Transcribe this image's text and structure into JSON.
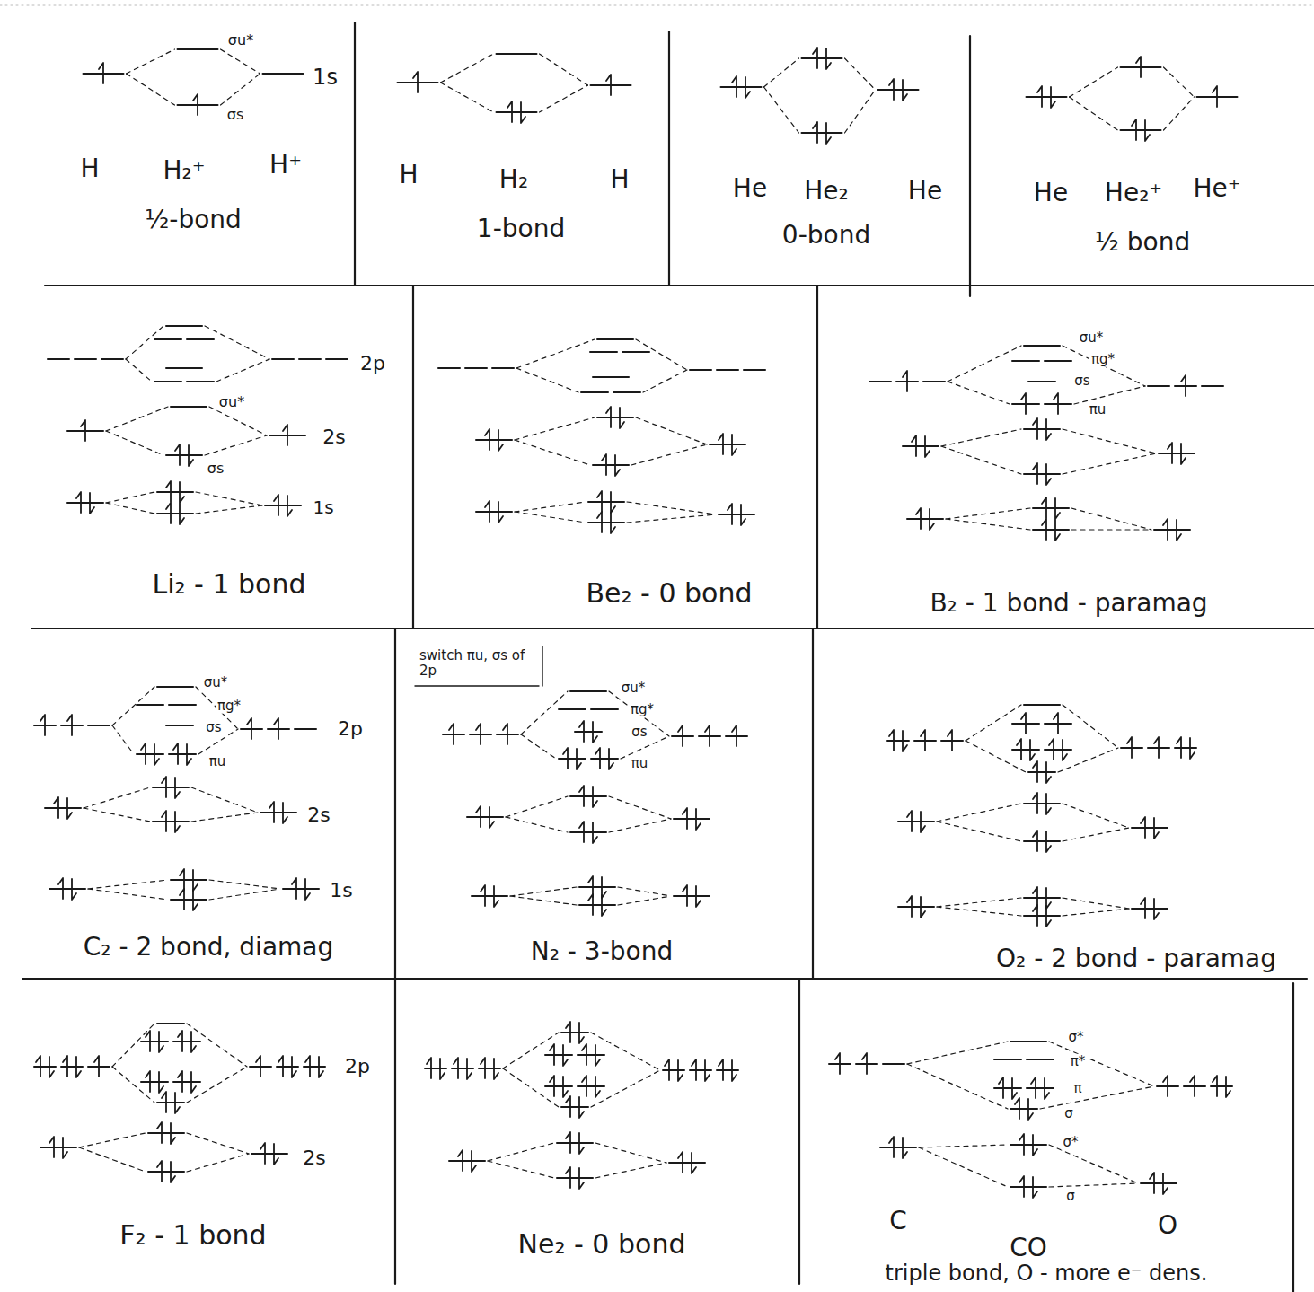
{
  "diagram": {
    "nodes": [
      {
        "text": [
          "σu*",
          "1s",
          "σs",
          "H",
          "H₂⁺",
          "H⁺",
          "½-bond"
        ]
      },
      {
        "text": [
          "H",
          "H₂",
          "H",
          "1-bond"
        ]
      },
      {
        "text": [
          "He",
          "He₂",
          "He",
          "0-bond"
        ]
      },
      {
        "text": [
          "He",
          "He₂⁺",
          "He⁺",
          "½ bond"
        ]
      },
      {
        "text": [
          "2p",
          "σu*",
          "2s",
          "σs",
          "1s",
          "Li₂ - 1 bond"
        ]
      },
      {
        "text": [
          "Be₂ - 0 bond"
        ]
      },
      {
        "text": [
          "σu*",
          "πg*",
          "σs",
          "πu",
          "B₂ - 1 bond - paramag"
        ]
      },
      {
        "text": [
          "σu*",
          "πg*",
          "σs",
          "πu",
          "2p",
          "2s",
          "1s",
          "C₂ - 2 bond, diamag"
        ]
      },
      {
        "text": [
          "switch πu, σs of 2p",
          "σu*",
          "πg*",
          "σs",
          "πu",
          "N₂ - 3-bond"
        ]
      },
      {
        "text": [
          "O₂ - 2 bond - paramag"
        ]
      },
      {
        "text": [
          "2p",
          "2s",
          "F₂ - 1 bond"
        ]
      },
      {
        "text": [
          "Ne₂ - 0 bond"
        ]
      },
      {
        "text": [
          "σ*",
          "π*",
          "π",
          "σ",
          "σ*",
          "σ",
          "C",
          "CO",
          "O",
          "triple bond, O - more e⁻ dens."
        ]
      }
    ]
  }
}
